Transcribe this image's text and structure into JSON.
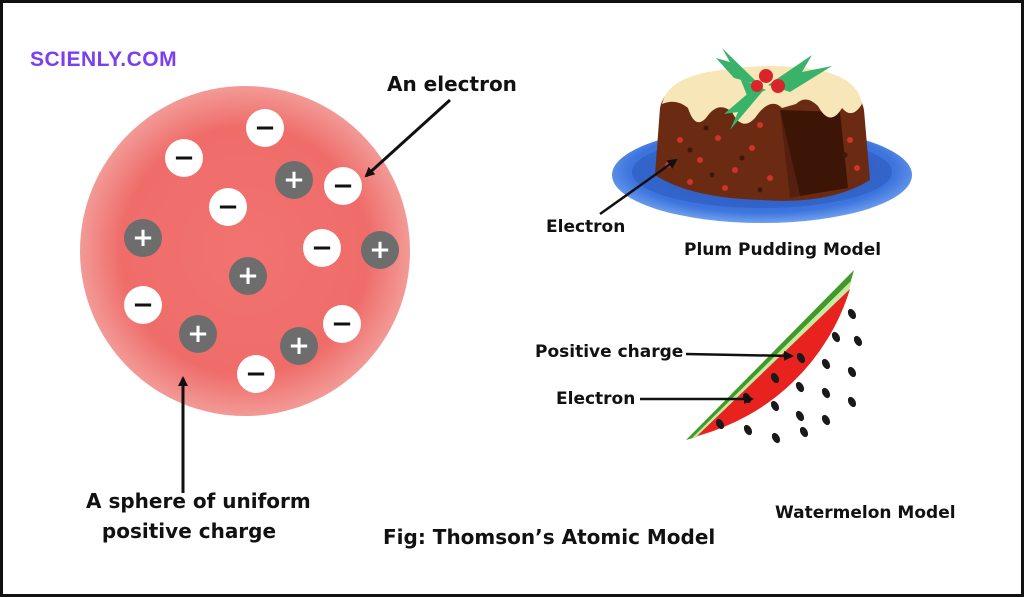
{
  "brand": "SCIENLY.COM",
  "caption": "Fig: Thomson’s Atomic Model",
  "atom": {
    "electron_label": "An electron",
    "sphere_label_line1": "A sphere of uniform",
    "sphere_label_line2": "positive charge",
    "electron_symbol": "−",
    "proton_symbol": "+"
  },
  "plum_pudding": {
    "title": "Plum Pudding Model",
    "electron_label": "Electron"
  },
  "watermelon": {
    "title": "Watermelon Model",
    "positive_label": "Positive charge",
    "electron_label": "Electron"
  },
  "colors": {
    "brand": "#7b3ff2",
    "sphere": "#f17370",
    "proton": "#6d6d6d",
    "electron": "#ffffff",
    "melon_flesh": "#e8231f",
    "melon_rind": "#3f9a28",
    "plate": "#3d6fd8",
    "pudding": "#6b2a12",
    "icing": "#f7e7b8",
    "holly": "#39b36a"
  }
}
